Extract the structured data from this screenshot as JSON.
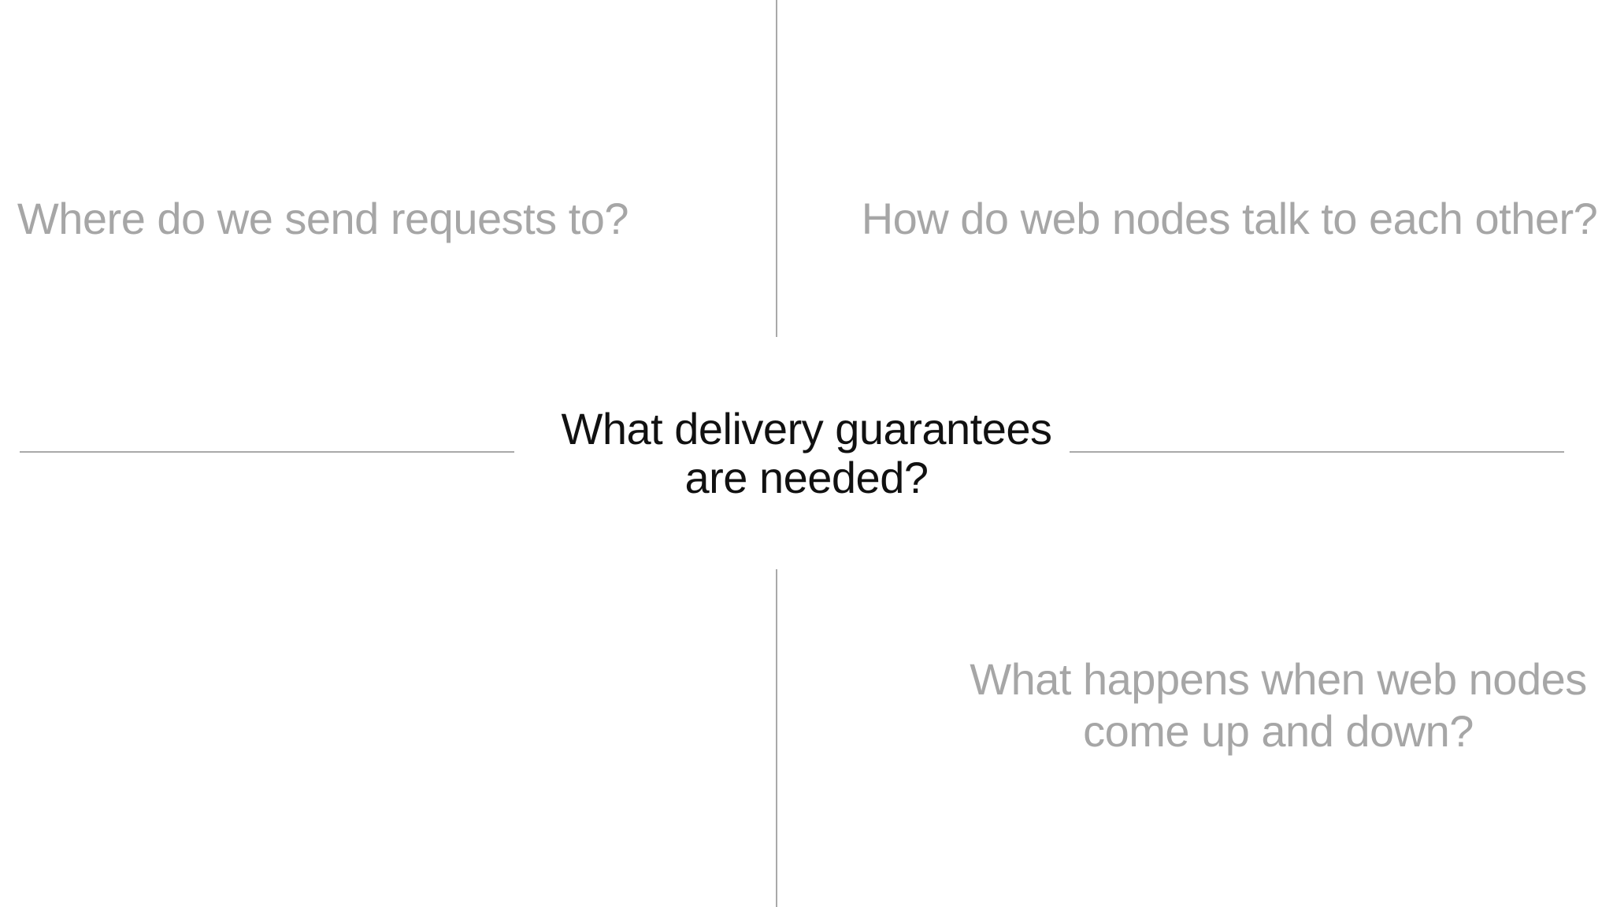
{
  "slide": {
    "colors": {
      "background": "#ffffff",
      "muted_text": "#a6a6a6",
      "primary_text": "#111111",
      "divider": "#a9a9a9"
    },
    "questions": {
      "top_left": {
        "lines": [
          "Where do we send requests to?"
        ]
      },
      "top_right": {
        "lines": [
          "How do web nodes talk to each other?"
        ]
      },
      "center": {
        "lines": [
          "What delivery guarantees",
          "are needed?"
        ]
      },
      "bottom_right": {
        "lines": [
          "What happens when web nodes",
          "come up and down?"
        ]
      }
    }
  }
}
